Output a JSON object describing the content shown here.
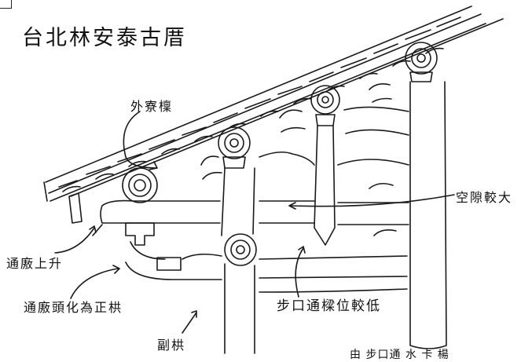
{
  "title": "台北林安泰古厝",
  "labels": {
    "outer_purlin": "外寮檁",
    "larger_gap": "空隙較大",
    "tongdun_raised": "通廒上升",
    "tongdun_head": "通廒頭化為正栱",
    "bu_tong_lower": "步口通樑位較低",
    "secondary_bracket": "副栱",
    "bottom_partial": "由 步口通 水 卡 楊"
  }
}
